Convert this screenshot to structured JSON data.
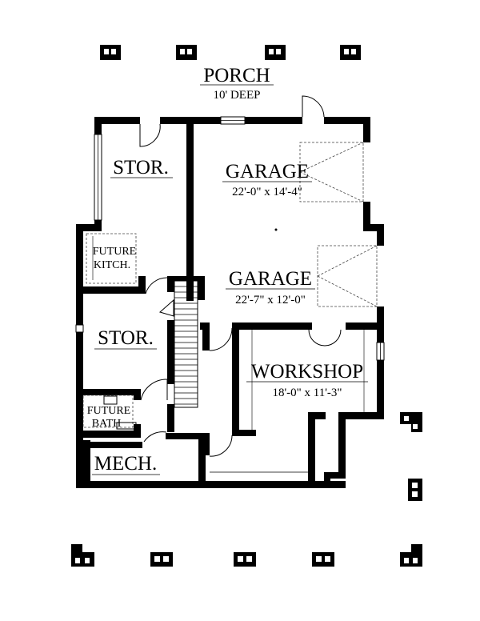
{
  "porch": {
    "title": "PORCH",
    "depth": "10' DEEP"
  },
  "rooms": {
    "stor_top": "STOR.",
    "future_kitch_line1": "FUTURE",
    "future_kitch_line2": "KITCH.",
    "stor_mid": "STOR.",
    "future_bath_line1": "FUTURE",
    "future_bath_line2": "BATH",
    "mech": "MECH.",
    "garage_1": {
      "name": "GARAGE",
      "size": "22'-0\" x 14'-4\""
    },
    "garage_2": {
      "name": "GARAGE",
      "size": "22'-7\" x 12'-0\""
    },
    "workshop": {
      "name": "WORKSHOP",
      "size": "18'-0\" x 11'-3\""
    }
  }
}
